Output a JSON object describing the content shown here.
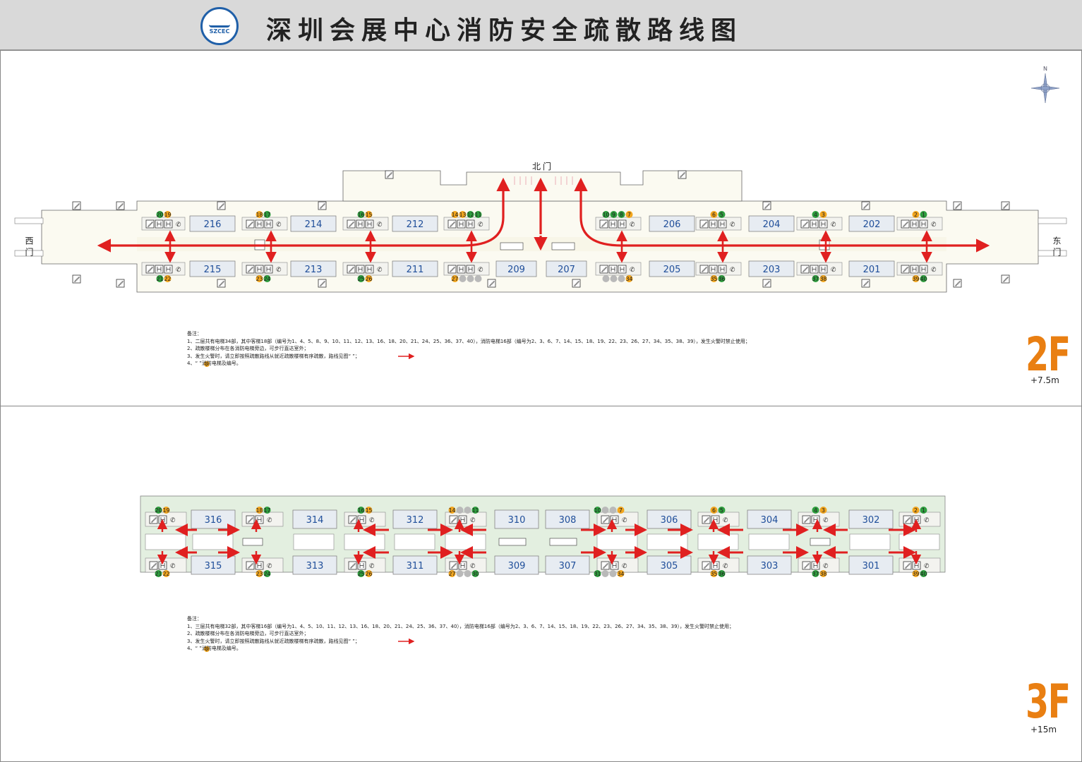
{
  "header": {
    "title": "深圳会展中心消防安全疏散路线图",
    "logo_text": "SZCEC"
  },
  "compass_label": "N",
  "colors": {
    "arrow": "#e02020",
    "green": "#2e9e3e",
    "orange": "#f2a51d",
    "gray": "#b9b9b9",
    "room_text": "#1f4e9a",
    "floor_label": "#e97f12"
  },
  "floor2": {
    "label": "2F",
    "elevation": "+7.5m",
    "doors": {
      "north": "北门",
      "west": "西门",
      "east": "东门"
    },
    "rooms_top": [
      "216",
      "214",
      "212",
      "206",
      "204",
      "202"
    ],
    "rooms_bottom": [
      "215",
      "213",
      "211",
      "209",
      "207",
      "205",
      "203",
      "201"
    ],
    "elevator_groups_top": [
      {
        "labels": [
          "20",
          "19"
        ],
        "types": [
          "green",
          "orange"
        ]
      },
      {
        "labels": [
          "18",
          "17"
        ],
        "types": [
          "orange",
          "green"
        ]
      },
      {
        "labels": [
          "16",
          "15"
        ],
        "types": [
          "green",
          "orange"
        ]
      },
      {
        "labels": [
          "14",
          "13",
          "12",
          "11"
        ],
        "types": [
          "orange",
          "orange",
          "green",
          "green"
        ]
      },
      {
        "labels": [
          "10",
          "9",
          "8",
          "7"
        ],
        "types": [
          "green",
          "green",
          "green",
          "orange"
        ]
      },
      {
        "labels": [
          "6",
          "5"
        ],
        "types": [
          "orange",
          "green"
        ]
      },
      {
        "labels": [
          "4",
          "3"
        ],
        "types": [
          "green",
          "orange"
        ]
      },
      {
        "labels": [
          "2",
          "1"
        ],
        "types": [
          "orange",
          "green"
        ]
      }
    ],
    "elevator_groups_bottom": [
      {
        "labels": [
          "21",
          "22"
        ],
        "types": [
          "green",
          "orange"
        ]
      },
      {
        "labels": [
          "23",
          "24"
        ],
        "types": [
          "orange",
          "green"
        ]
      },
      {
        "labels": [
          "25",
          "26"
        ],
        "types": [
          "green",
          "orange"
        ]
      },
      {
        "labels": [
          "27",
          "",
          "",
          ""
        ],
        "types": [
          "orange",
          "gray",
          "gray",
          "gray"
        ]
      },
      {
        "labels": [
          "",
          "",
          "",
          "34"
        ],
        "types": [
          "gray",
          "gray",
          "gray",
          "orange"
        ]
      },
      {
        "labels": [
          "35",
          "36"
        ],
        "types": [
          "orange",
          "green"
        ]
      },
      {
        "labels": [
          "37",
          "38"
        ],
        "types": [
          "green",
          "orange"
        ]
      },
      {
        "labels": [
          "39",
          "40"
        ],
        "types": [
          "orange",
          "green"
        ]
      }
    ],
    "notes": [
      "备注：",
      "1、二层共有电梯34部，其中客梯18部（编号为1、4、5、8、9、10、11、12、13、16、18、20、21、24、25、36、37、40），消防电梯16部（编号为2、3、6、7、14、15、18、19、22、23、26、27、34、35、38、39），发生火警时禁止使用；",
      "2、疏散楼梯分布在各消防电梯旁边，可步行直达室外；",
      "3、发生火警时，请立即按照疏散路线从就近疏散楼梯有序疏散，路线见图“          ”；",
      "4、“   ”消防电梯及编号。"
    ]
  },
  "floor3": {
    "label": "3F",
    "elevation": "+15m",
    "rooms_top": [
      "316",
      "314",
      "312",
      "310",
      "308",
      "306",
      "304",
      "302"
    ],
    "rooms_bottom": [
      "315",
      "313",
      "311",
      "309",
      "307",
      "305",
      "303",
      "301"
    ],
    "elevator_groups_top": [
      {
        "labels": [
          "20",
          "19"
        ],
        "types": [
          "green",
          "orange"
        ]
      },
      {
        "labels": [
          "18",
          "17"
        ],
        "types": [
          "orange",
          "green"
        ]
      },
      {
        "labels": [
          "16",
          "15"
        ],
        "types": [
          "green",
          "orange"
        ]
      },
      {
        "labels": [
          "14",
          "",
          "",
          "11"
        ],
        "types": [
          "orange",
          "gray",
          "gray",
          "green"
        ]
      },
      {
        "labels": [
          "10",
          "",
          "",
          "7"
        ],
        "types": [
          "green",
          "gray",
          "gray",
          "orange"
        ]
      },
      {
        "labels": [
          "6",
          "5"
        ],
        "types": [
          "orange",
          "green"
        ]
      },
      {
        "labels": [
          "4",
          "3"
        ],
        "types": [
          "green",
          "orange"
        ]
      },
      {
        "labels": [
          "2",
          "1"
        ],
        "types": [
          "orange",
          "green"
        ]
      }
    ],
    "elevator_groups_bottom": [
      {
        "labels": [
          "21",
          "22"
        ],
        "types": [
          "green",
          "orange"
        ]
      },
      {
        "labels": [
          "23",
          "24"
        ],
        "types": [
          "orange",
          "green"
        ]
      },
      {
        "labels": [
          "25",
          "26"
        ],
        "types": [
          "green",
          "orange"
        ]
      },
      {
        "labels": [
          "27",
          "",
          "",
          "30"
        ],
        "types": [
          "orange",
          "gray",
          "gray",
          "green"
        ]
      },
      {
        "labels": [
          "31",
          "",
          "",
          "34"
        ],
        "types": [
          "green",
          "gray",
          "gray",
          "orange"
        ]
      },
      {
        "labels": [
          "35",
          "36"
        ],
        "types": [
          "orange",
          "green"
        ]
      },
      {
        "labels": [
          "37",
          "38"
        ],
        "types": [
          "green",
          "orange"
        ]
      },
      {
        "labels": [
          "39",
          "40"
        ],
        "types": [
          "orange",
          "green"
        ]
      }
    ],
    "notes": [
      "备注：",
      "1、三层共有电梯32部，其中客梯16部（编号为1、4、5、10、11、12、13、16、18、20、21、24、25、36、37、40），消防电梯16部（编号为2、3、6、7、14、15、18、19、22、23、26、27、34、35、38、39），发生火警时禁止使用；",
      "2、疏散楼梯分布在各消防电梯旁边，可步行直达室外；",
      "3、发生火警时，请立即按照疏散路线从就近疏散楼梯有序疏散，路线见图“          ”；",
      "4、“   ”消防电梯及编号。"
    ]
  }
}
